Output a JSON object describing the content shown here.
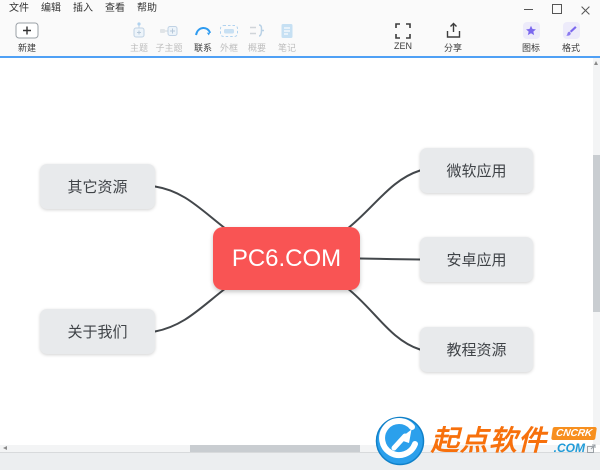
{
  "titlebar": {
    "menu_items": [
      {
        "label": "文件"
      },
      {
        "label": "编辑"
      },
      {
        "label": "插入"
      },
      {
        "label": "查看"
      },
      {
        "label": "帮助"
      }
    ]
  },
  "toolbar": {
    "items": [
      {
        "label": "新建",
        "enabled": true,
        "icon": "new-document-icon"
      },
      {
        "label": "主题",
        "enabled": false,
        "icon": "topic-icon"
      },
      {
        "label": "子主题",
        "enabled": false,
        "icon": "subtopic-icon"
      },
      {
        "label": "联系",
        "enabled": true,
        "icon": "relationship-icon"
      },
      {
        "label": "外框",
        "enabled": false,
        "icon": "boundary-icon"
      },
      {
        "label": "概要",
        "enabled": false,
        "icon": "summary-icon"
      },
      {
        "label": "笔记",
        "enabled": false,
        "icon": "notes-icon"
      },
      {
        "label": "ZEN",
        "enabled": true,
        "icon": "zen-mode-icon"
      },
      {
        "label": "分享",
        "enabled": true,
        "icon": "share-icon"
      },
      {
        "label": "图标",
        "enabled": true,
        "icon": "marker-star-icon"
      },
      {
        "label": "格式",
        "enabled": true,
        "icon": "format-brush-icon"
      }
    ]
  },
  "mindmap": {
    "center_node": {
      "label": "PC6.COM",
      "bg_color": "#F95454",
      "text_color": "#FFFFFF"
    },
    "left_nodes": [
      {
        "label": "其它资源"
      },
      {
        "label": "关于我们"
      }
    ],
    "right_nodes": [
      {
        "label": "微软应用"
      },
      {
        "label": "安卓应用"
      },
      {
        "label": "教程资源"
      }
    ],
    "branch_bg_color": "#E8EAEC",
    "branch_text_color": "#3F4347",
    "connector_color": "#43474B"
  },
  "watermark": {
    "site_name": "起点软件",
    "badge_text": "CNCRK",
    "badge_suffix": ".COM",
    "site_name_color": "#F7700C",
    "badge_bg_color": "#F78F1E",
    "suffix_color": "#1F9BD8",
    "logo_color": "#2BA0EC"
  },
  "colors": {
    "accent_line": "#4FA0F5",
    "toolbar_bg": "#FAFAFA",
    "canvas_bg": "#FFFFFF",
    "statusbar_bg": "#ECEEF0",
    "disabled_label": "#BDBDBD",
    "enabled_label": "#3C3C3C",
    "scrollbar_thumb": "#C9CDD1"
  }
}
